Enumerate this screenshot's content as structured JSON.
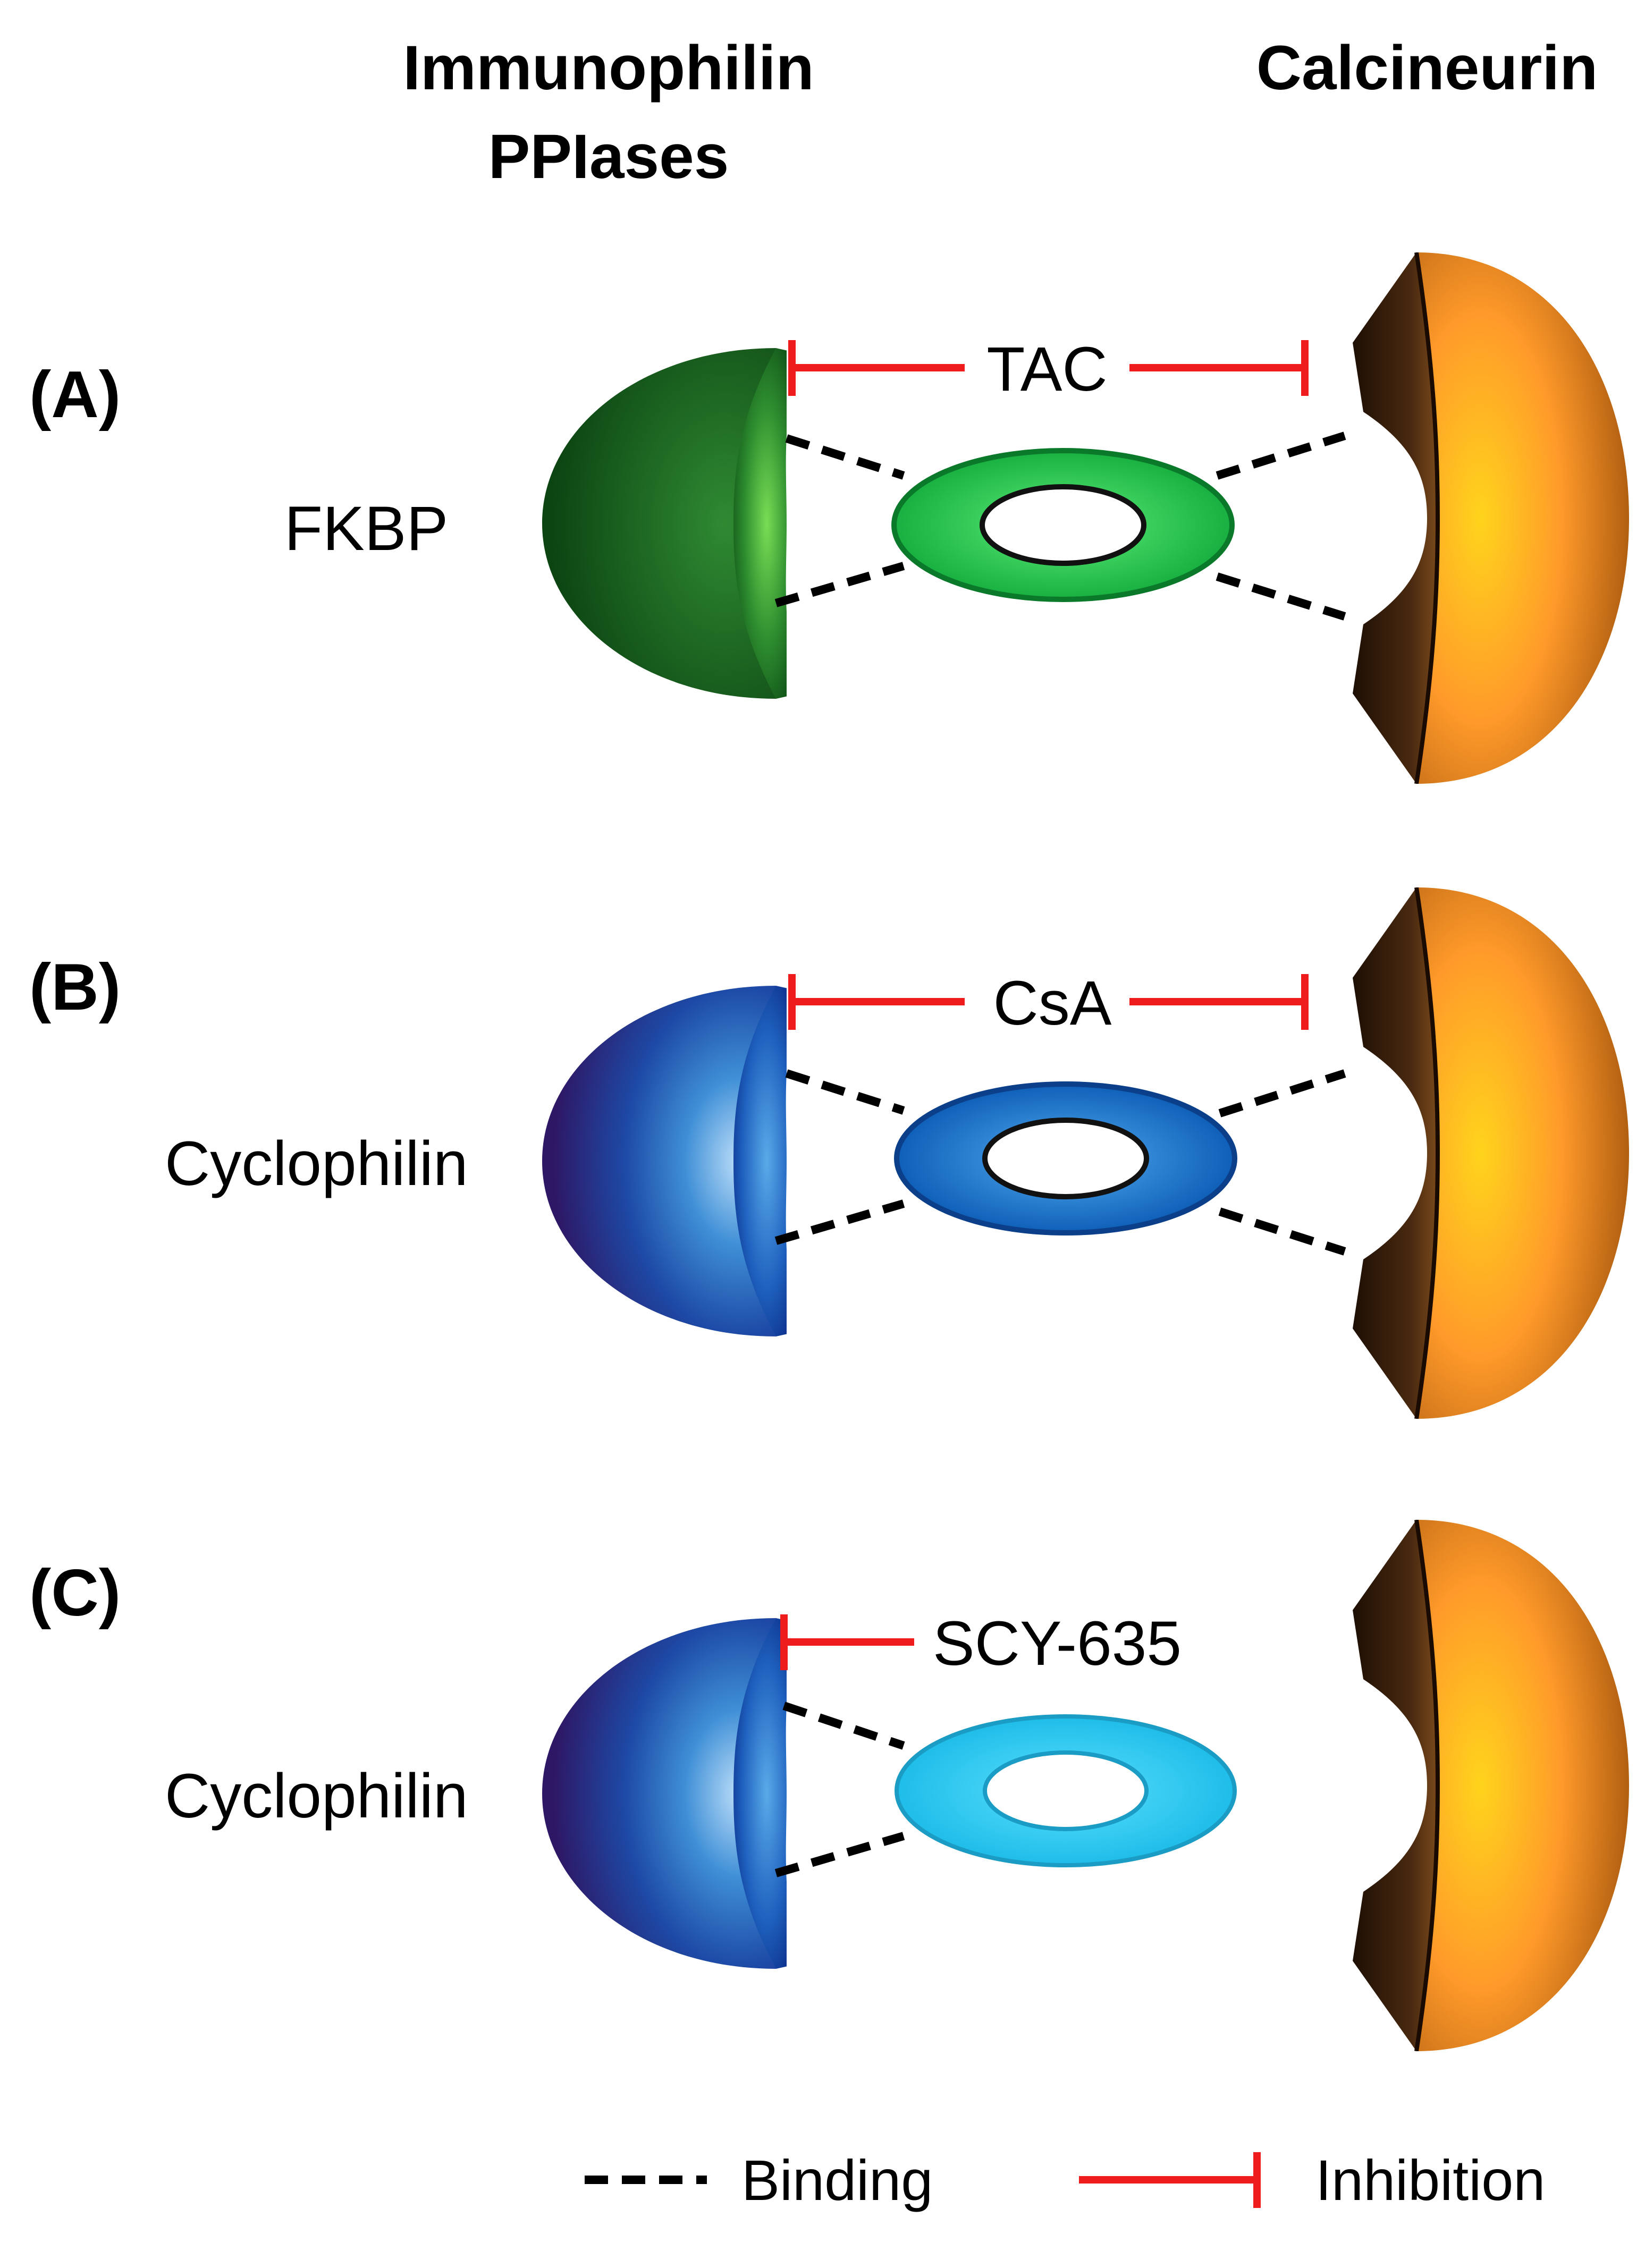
{
  "headers": {
    "immunophilin_line1": "Immunophilin",
    "immunophilin_line2": "PPIases",
    "calcineurin": "Calcineurin"
  },
  "panels": [
    {
      "letter": "(A)",
      "immunophilin": "FKBP",
      "drug": "TAC",
      "colors": {
        "immunophilin_outer": "#0f4d16",
        "immunophilin_inner": "#6fd64a",
        "drug_fill": "#1fb84a",
        "drug_stroke": "#0a7a2a"
      }
    },
    {
      "letter": "(B)",
      "immunophilin": "Cyclophilin",
      "drug": "CsA",
      "colors": {
        "immunophilin_outer": "#2e1a66",
        "immunophilin_inner": "#a8d4f5",
        "drug_fill": "#1e79c9",
        "drug_stroke": "#0b3f8a"
      }
    },
    {
      "letter": "(C)",
      "immunophilin": "Cyclophilin",
      "drug": "SCY-635",
      "colors": {
        "immunophilin_outer": "#2e1a66",
        "immunophilin_inner": "#a8d4f5",
        "drug_fill": "#28c8ef",
        "drug_stroke": "#1a9cc4"
      }
    }
  ],
  "legend": {
    "binding": "Binding",
    "inhibition": "Inhibition"
  },
  "colors": {
    "inhibition": "#ee1c1c",
    "binding": "#000000",
    "calcineurin_light": "#ffd21a",
    "calcineurin_dark": "#9a4a08",
    "calcineurin_face": "#2a1608"
  }
}
